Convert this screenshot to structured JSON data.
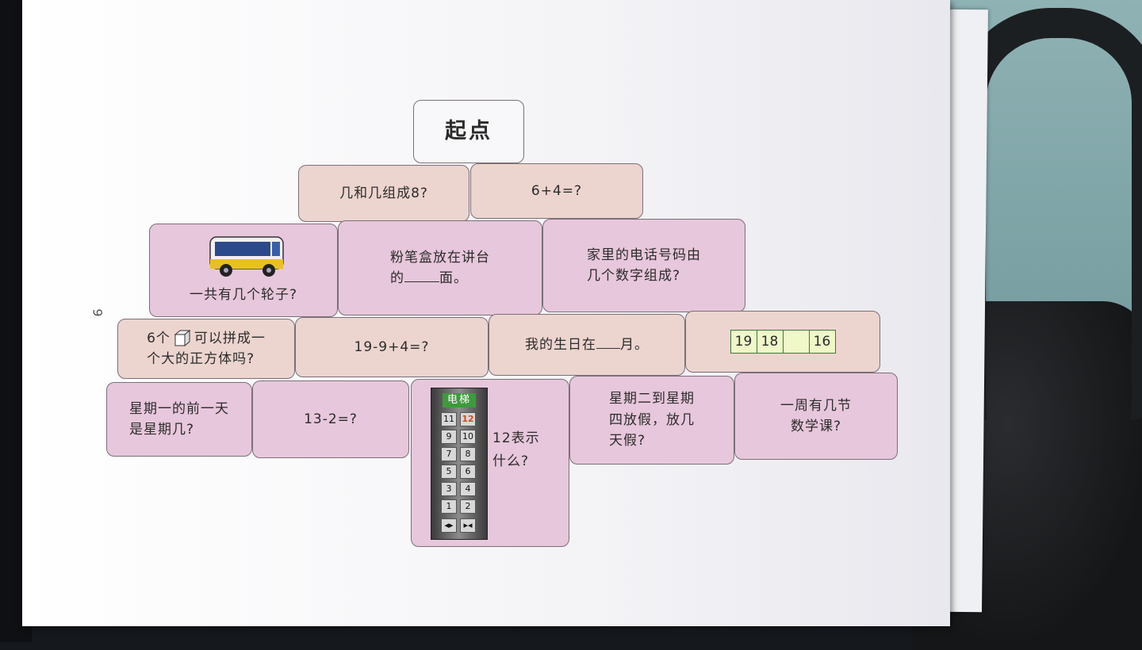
{
  "page_number": "9",
  "cards": {
    "start": "起点",
    "r1c1": "几和几组成8?",
    "r1c2": "6+4=?",
    "r2c1": "一共有几个轮子?",
    "r2c2_line1": "粉笔盒放在讲台",
    "r2c2_line2a": "的",
    "r2c2_line2b": "面。",
    "r2c3_line1": "家里的电话号码由",
    "r2c3_line2": "几个数字组成?",
    "r3c1_a": "6个",
    "r3c1_b": "可以拼成一",
    "r3c1_line2": "个大的正方体吗?",
    "r3c2": "19-9+4=?",
    "r3c3_a": "我的生日在",
    "r3c3_b": "月。",
    "r3c4_strip": [
      "19",
      "18",
      "",
      "16"
    ],
    "r4c1_line1": "星期一的前一天",
    "r4c1_line2": "是星期几?",
    "r4c2": "13-2=?",
    "r4c3_title": "电梯",
    "r4c3_buttons": [
      "11",
      "12",
      "9",
      "10",
      "7",
      "8",
      "5",
      "6",
      "3",
      "4",
      "1",
      "2",
      "◂▸",
      "▸◂"
    ],
    "r4c3_line1": "12表示",
    "r4c3_line2": "什么?",
    "r4c4_line1": "星期二到星期",
    "r4c4_line2": "四放假，放几",
    "r4c4_line3": "天假?",
    "r4c5_line1": "一周有几节",
    "r4c5_line2": "数学课?"
  },
  "colors": {
    "peach": "#ecd4cf",
    "pink": "#e7c7db",
    "elevator_green": "#3d9a3d",
    "strip_green": "#3b7a3b"
  },
  "icons": [
    "bus-icon",
    "cube-icon",
    "elevator-panel-icon"
  ]
}
